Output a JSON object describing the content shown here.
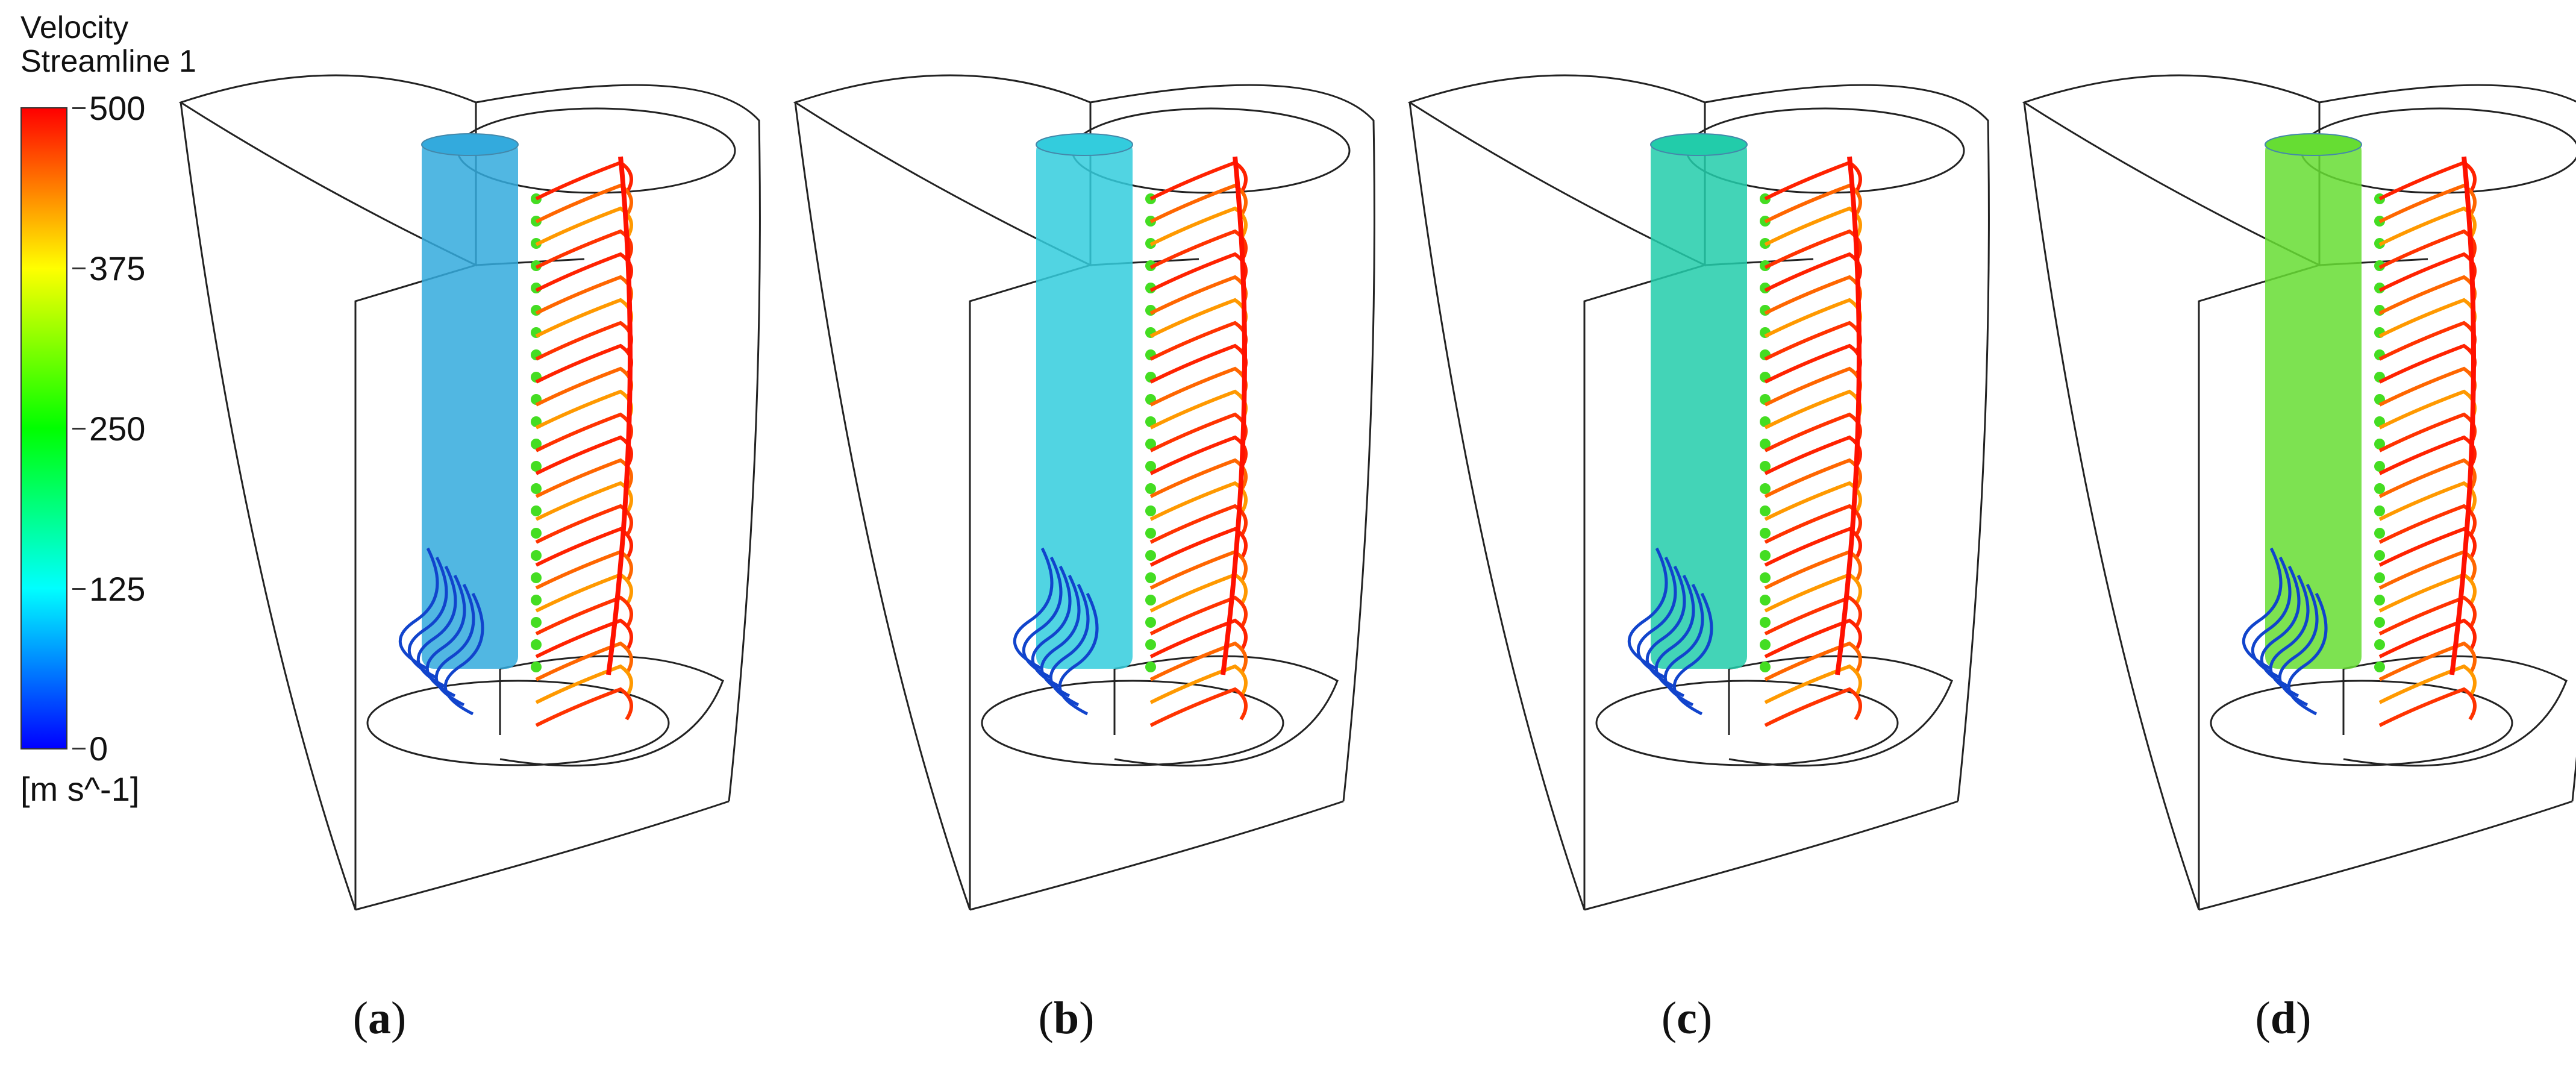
{
  "legend": {
    "title": "Velocity",
    "subtitle": "Streamline 1",
    "ticks": [
      "500",
      "375",
      "250",
      "125",
      "0"
    ],
    "unit": "[m s^-1]",
    "range": [
      0,
      500
    ],
    "colors": [
      "#ff0000",
      "#ffff00",
      "#00ff00",
      "#00ffff",
      "#0000ff"
    ]
  },
  "panels": [
    {
      "letter": "a",
      "column_color": "#33aadd"
    },
    {
      "letter": "b",
      "column_color": "#33ccdd"
    },
    {
      "letter": "c",
      "column_color": "#22ccaa"
    },
    {
      "letter": "d",
      "column_color": "#66dd33"
    }
  ]
}
